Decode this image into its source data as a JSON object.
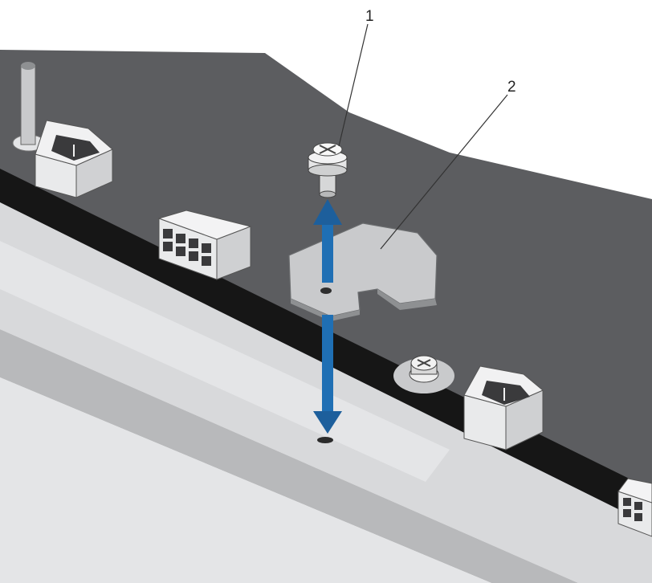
{
  "callouts": [
    {
      "number": "1",
      "part": "screw"
    },
    {
      "number": "2",
      "part": "bracket"
    }
  ],
  "colors": {
    "board": "#5c5d60",
    "board_dark": "#3d3e41",
    "board_edge": "#161616",
    "chassis_top": "#d8d9db",
    "chassis_light": "#e4e5e7",
    "chassis_shadow": "#b8b9bb",
    "metal": "#c9cacc",
    "metal_dark": "#8e9092",
    "arrow": "#1f6fb4",
    "arrow_head": "#1d5f9c",
    "line": "#333333"
  },
  "icons": {
    "arrow": "double-headed-arrow-icon",
    "screw": "hex-screw-icon"
  }
}
